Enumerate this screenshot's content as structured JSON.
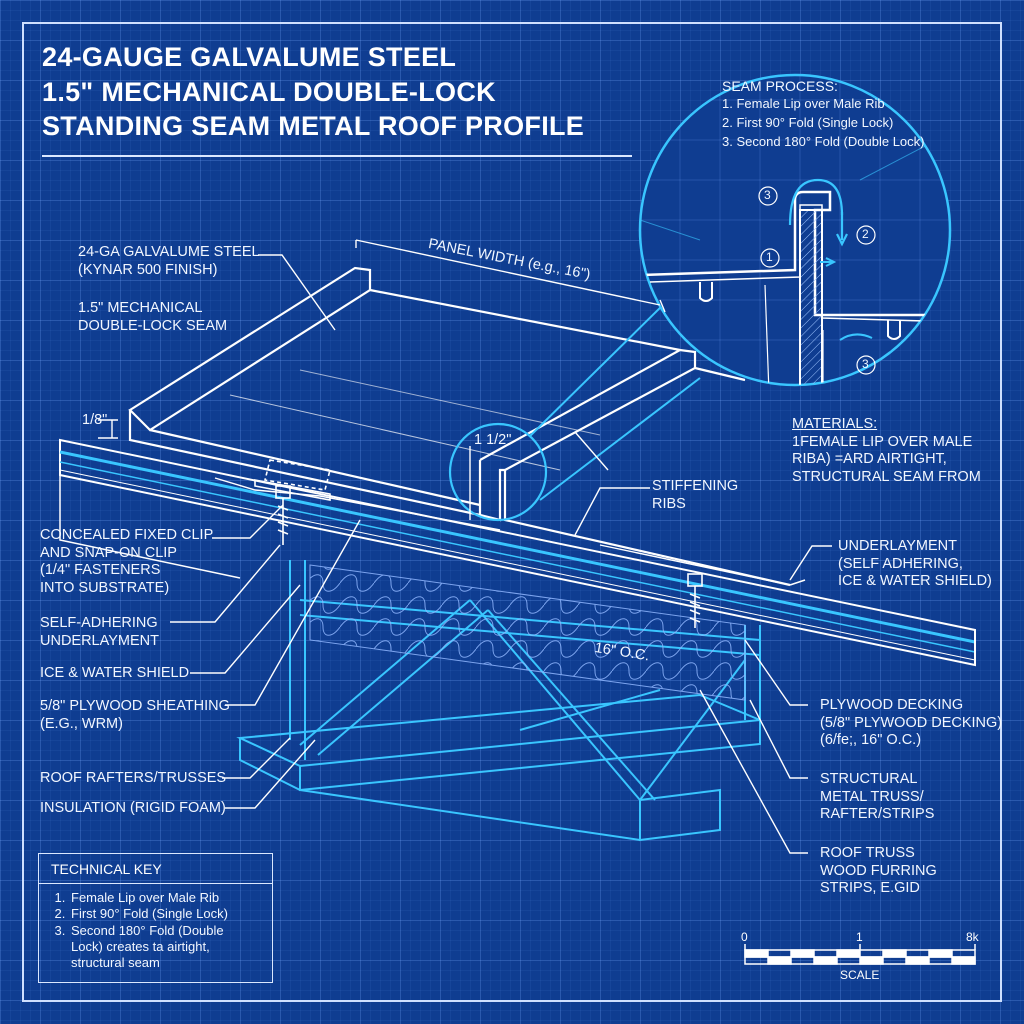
{
  "title": {
    "line1": "24-GAUGE GALVALUME STEEL",
    "line2": "1.5\" MECHANICAL DOUBLE-LOCK",
    "line3": "STANDING SEAM METAL ROOF PROFILE"
  },
  "callouts": {
    "steel_line1": "24-GA GALVALUME STEEL",
    "steel_line2": "(KYNAR 500 FINISH)",
    "seam_line1": "1.5\" MECHANICAL",
    "seam_line2": "DOUBLE-LOCK SEAM",
    "panel_width": "PANEL WIDTH (e.g., 16\")",
    "dim_left": "1/8\"",
    "dim_seam": "1 1/2\"",
    "stiffening_line1": "STIFFENING",
    "stiffening_line2": "RIBS",
    "clip_line1": "CONCEALED FIXED CLIP",
    "clip_line2": "AND SNAP-ON CLIP",
    "clip_line3": "(1/4\" FASTENERS",
    "clip_line4": "INTO SUBSTRATE)",
    "selfadh_line1": "SELF-ADHERING",
    "selfadh_line2": "UNDERLAYMENT",
    "ice_water": "ICE & WATER SHIELD",
    "plywood_left_line1": "5/8\" PLYWOOD SHEATHING",
    "plywood_left_line2": "(E.G., WRM)",
    "rafters": "ROOF RAFTERS/TRUSSES",
    "insulation": "INSULATION (RIGID FOAM)",
    "spacing": "16\" O.C.",
    "underlay_r_line1": "UNDERLAYMENT",
    "underlay_r_line2": "(SELF ADHERING,",
    "underlay_r_line3": "ICE & WATER SHIELD)",
    "deck_line1": "PLYWOOD DECKING",
    "deck_line2": "(5/8\" PLYWOOD DECKING)",
    "deck_line3": "(6/fe;, 16\" O.C.)",
    "truss_line1": "STRUCTURAL",
    "truss_line2": "METAL TRUSS/",
    "truss_line3": "RAFTER/STRIPS",
    "furring_line1": "ROOF TRUSS",
    "furring_line2": "WOOD FURRING",
    "furring_line3": "STRIPS, E.GID"
  },
  "detail": {
    "heading": "SEAM PROCESS:",
    "step1": "1. Female Lip over Male Rib",
    "step2": "2. First 90° Fold (Single Lock)",
    "step3": "3. Second 180° Fold (Double Lock)",
    "marker1": "1",
    "marker2": "2",
    "marker3": "3",
    "marker3b": "3",
    "materials_heading": "MATERIALS:",
    "materials_line1": "1FEMALE LIP OVER MALE",
    "materials_line2": "RIBA) =ARD AIRTIGHT,",
    "materials_line3": "STRUCTURAL SEAM FROM"
  },
  "key": {
    "title": "TECHNICAL KEY",
    "items": [
      "Female Lip over Male Rib",
      "First 90° Fold (Single Lock)",
      "Second 180° Fold (Double Lock) creates ta airtight, structural seam"
    ]
  },
  "scale": {
    "tick0": "0",
    "tick1": "1",
    "tick2": "8k",
    "label": "SCALE"
  },
  "colors": {
    "background": "#0f3d91",
    "lines": "#ffffff",
    "accent_cyan": "#39c6ff"
  }
}
